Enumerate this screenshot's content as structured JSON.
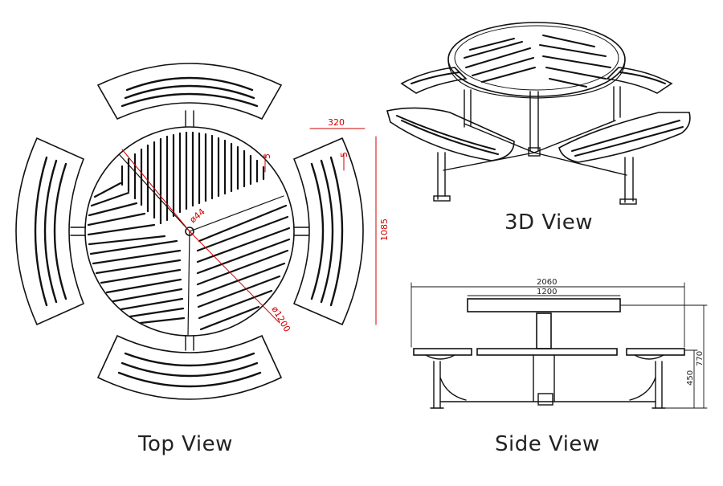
{
  "labels": {
    "top_view": "Top View",
    "view_3d": "3D View",
    "side_view": "Side View"
  },
  "top_dims": {
    "seat_width": "320",
    "seat_length": "1085",
    "top_diameter": "ø1200",
    "post_diameter": "ø44",
    "gap_a": "5",
    "gap_b": "5"
  },
  "side_dims": {
    "overall_width": "2060",
    "top_width": "1200",
    "table_height": "770",
    "seat_height": "450"
  },
  "colors": {
    "line": "#111111",
    "dimension": "#d00000"
  }
}
